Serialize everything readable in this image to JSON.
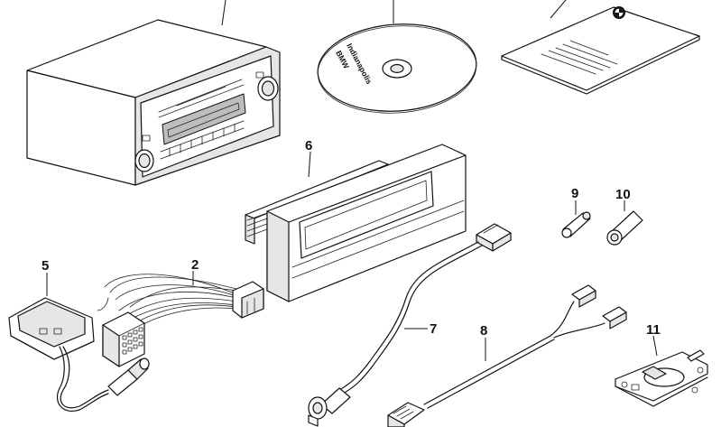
{
  "diagram": {
    "callouts": {
      "p2": "2",
      "p5": "5",
      "p6": "6",
      "p7": "7",
      "p8": "8",
      "p9": "9",
      "p10": "10",
      "p11": "11"
    },
    "cd_label": {
      "line1": "BMW",
      "line2": "Indianapolis"
    }
  },
  "colors": {
    "line": "#111111",
    "shade_light": "#e6e6e6",
    "shade_dark": "#bdbdbd",
    "background": "#ffffff"
  }
}
